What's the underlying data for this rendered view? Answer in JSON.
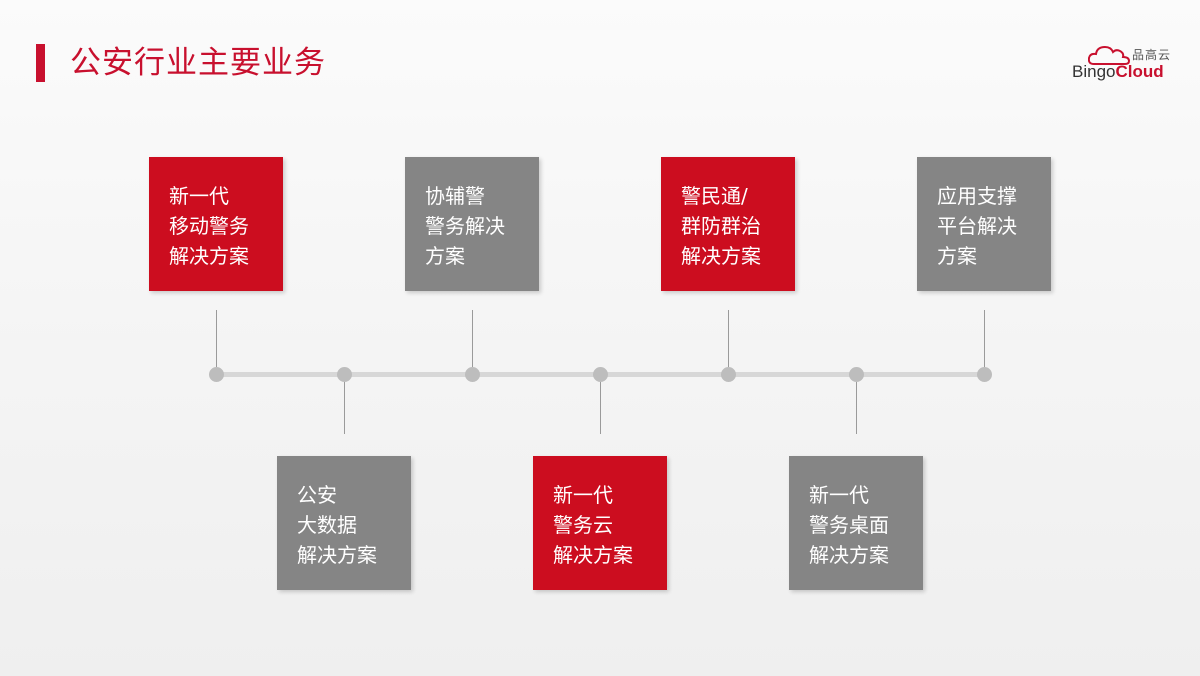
{
  "header": {
    "title": "公安行业主要业务"
  },
  "logo": {
    "cn_name": "品高云",
    "brand_part1": "Bingo",
    "brand_part2": "Cloud"
  },
  "colors": {
    "accent_red": "#cc0d1f",
    "box_gray": "#858585",
    "timeline": "#d7d7d7",
    "dot": "#bdbdbd"
  },
  "boxes": [
    {
      "lines": [
        "新一代",
        "移动警务",
        "解决方案"
      ],
      "color": "red"
    },
    {
      "lines": [
        "公安",
        "大数据",
        "解决方案"
      ],
      "color": "gray"
    },
    {
      "lines": [
        "协辅警",
        "警务解决",
        "方案"
      ],
      "color": "gray"
    },
    {
      "lines": [
        "新一代",
        "警务云",
        "解决方案"
      ],
      "color": "red"
    },
    {
      "lines": [
        "警民通/",
        "群防群治",
        "解决方案"
      ],
      "color": "red"
    },
    {
      "lines": [
        "新一代",
        "警务桌面",
        "解决方案"
      ],
      "color": "gray"
    },
    {
      "lines": [
        "应用支撑",
        "平台解决",
        "方案"
      ],
      "color": "gray"
    }
  ]
}
